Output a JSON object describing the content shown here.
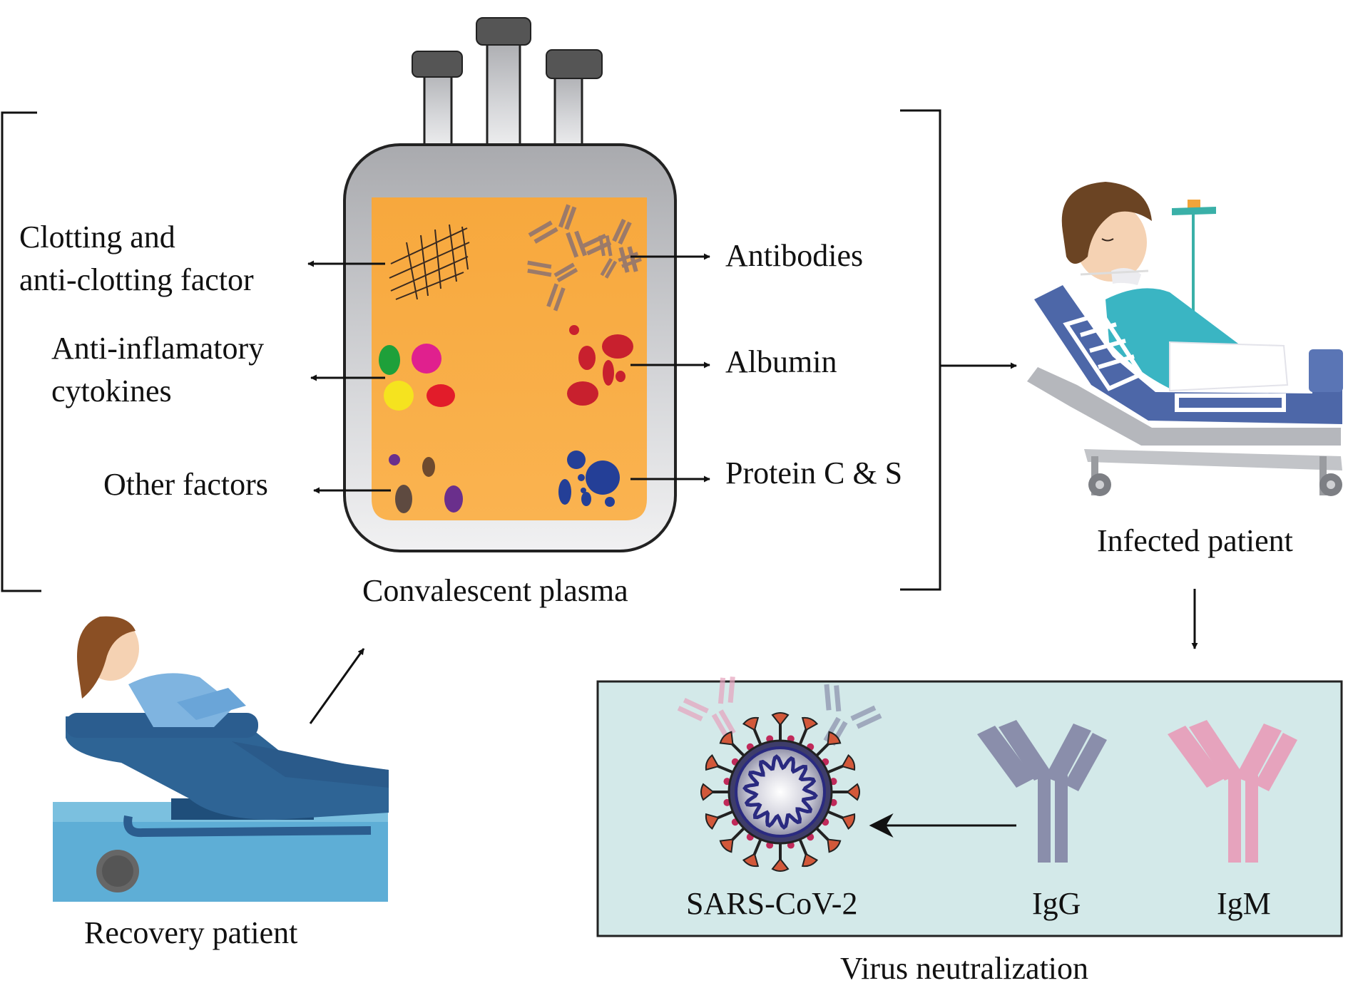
{
  "labels": {
    "clotting": [
      "Clotting and",
      "anti-clotting factor"
    ],
    "cytokines": [
      "Anti-inflamatory",
      "cytokines"
    ],
    "other": "Other factors",
    "antibodies": "Antibodies",
    "albumin": "Albumin",
    "protein": "Protein C & S",
    "plasma": "Convalescent plasma",
    "infected": "Infected patient",
    "recovery": "Recovery patient",
    "virus": "SARS-CoV-2",
    "igg": "IgG",
    "igm": "IgM",
    "neutralization": "Virus neutralization"
  },
  "colors": {
    "plasma": "#f8ad45",
    "bag_body": "#c8c9cc",
    "neutralization_box": "#d3e9e9",
    "igg": "#8a8eab",
    "igm": "#e6a3bd",
    "bed_blue": "#4d67a8",
    "recovery_blue": "#2e6495",
    "virus_spike": "#d2583a",
    "virus_capsid": "#2a2a80"
  },
  "icons": [
    "blood-plasma-bag-icon",
    "hospital-bed-patient-icon",
    "recliner-patient-icon",
    "coronavirus-icon",
    "antibody-icon",
    "iv-drip-icon"
  ]
}
